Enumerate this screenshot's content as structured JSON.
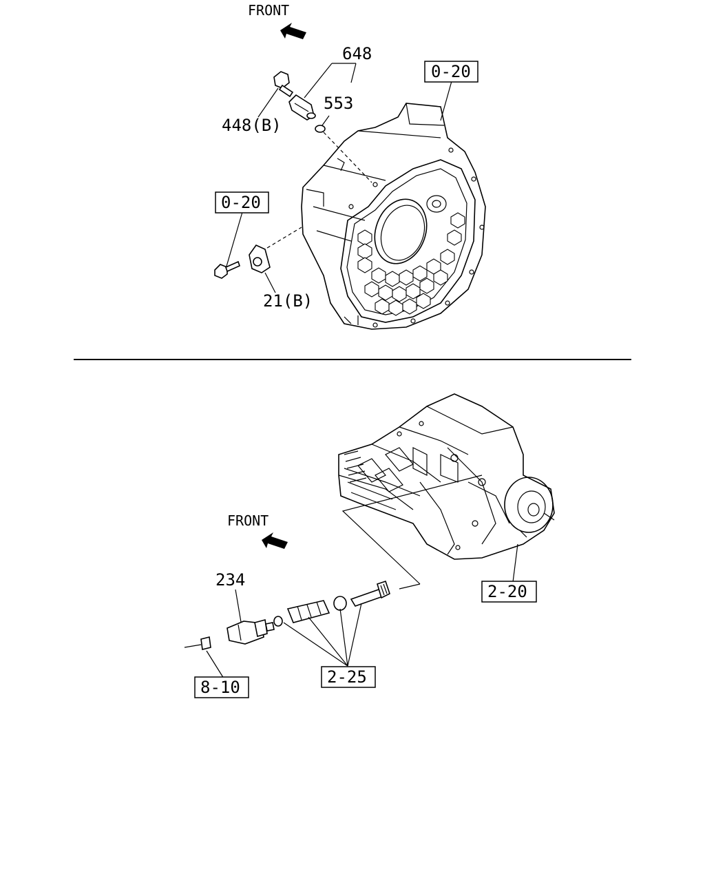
{
  "top": {
    "front_label": "FRONT",
    "callouts": {
      "p648": "648",
      "p553": "553",
      "p448": "448(B)",
      "p21": "21(B)"
    },
    "refs": {
      "ref_upper": "0-20",
      "ref_lower": "0-20"
    }
  },
  "bottom": {
    "front_label": "FRONT",
    "callouts": {
      "p234": "234"
    },
    "refs": {
      "ref_220": "2-20",
      "ref_225": "2-25",
      "ref_810": "8-10"
    }
  }
}
